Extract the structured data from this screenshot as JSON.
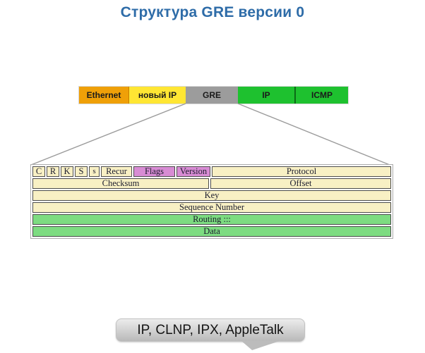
{
  "title": "Структура GRE версии 0",
  "band": {
    "blocks": [
      {
        "label": "Ethernet",
        "color": "#EFA008"
      },
      {
        "label": "новый IP",
        "color": "#FFE633"
      },
      {
        "label": "GRE",
        "color": "#9C9C9C"
      },
      {
        "label": "IP",
        "color": "#1EC12F"
      },
      {
        "label": "ICMP",
        "color": "#1EC12F"
      }
    ]
  },
  "gre_table": {
    "flag_bits": [
      "C",
      "R",
      "K",
      "S",
      "s"
    ],
    "row1": {
      "recur": "Recur",
      "flags": "Flags",
      "version": "Version",
      "protocol": "Protocol"
    },
    "row2": {
      "checksum": "Checksum",
      "offset": "Offset"
    },
    "full_rows": [
      "Key",
      "Sequence Number",
      "Routing :::",
      "Data"
    ]
  },
  "callout": {
    "text": "IP, CLNP, IPX, AppleTalk"
  },
  "colors": {
    "title_blue": "#2E6CA8",
    "cream": "#F8F0C4",
    "purple": "#D88CD4",
    "row_green": "#7DDC81",
    "band_orange": "#EFA008",
    "band_yellow": "#FFE633",
    "band_gray": "#9C9C9C",
    "band_green": "#1EC12F",
    "bubble_gray": "#BCBCBC"
  }
}
